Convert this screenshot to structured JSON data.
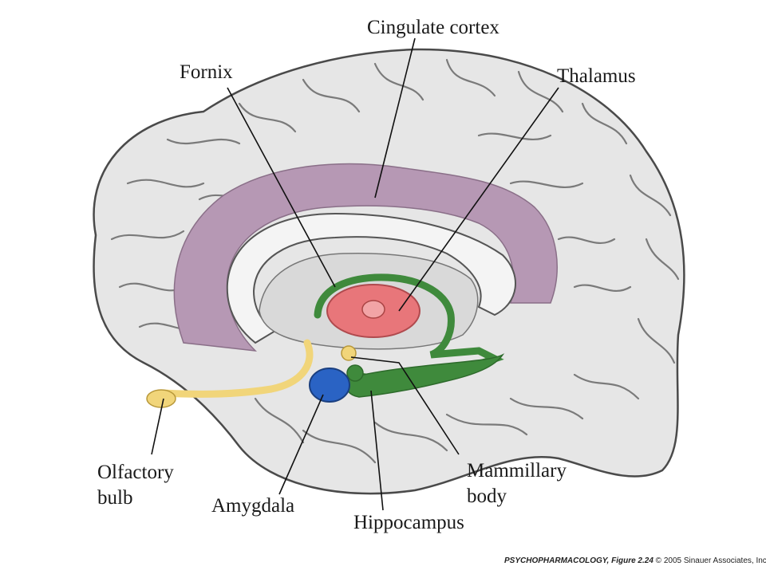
{
  "labels": {
    "cingulate_cortex": "Cingulate cortex",
    "fornix": "Fornix",
    "thalamus": "Thalamus",
    "olfactory_bulb_line1": "Olfactory",
    "olfactory_bulb_line2": "bulb",
    "amygdala": "Amygdala",
    "hippocampus": "Hippocampus",
    "mammillary_body_line1": "Mammillary",
    "mammillary_body_line2": "body"
  },
  "credit": {
    "figure": "PSYCHOPHARMACOLOGY, Figure 2.24",
    "copyright": "© 2005 Sinauer Associates, Inc."
  },
  "colors": {
    "cortex": "#e6e6e6",
    "cingulate": "#b698b4",
    "thalamus": "#e8767a",
    "fornix_hippocampus": "#3f8a3c",
    "amygdala": "#2a63c4",
    "olfactory": "#f1d57a"
  }
}
